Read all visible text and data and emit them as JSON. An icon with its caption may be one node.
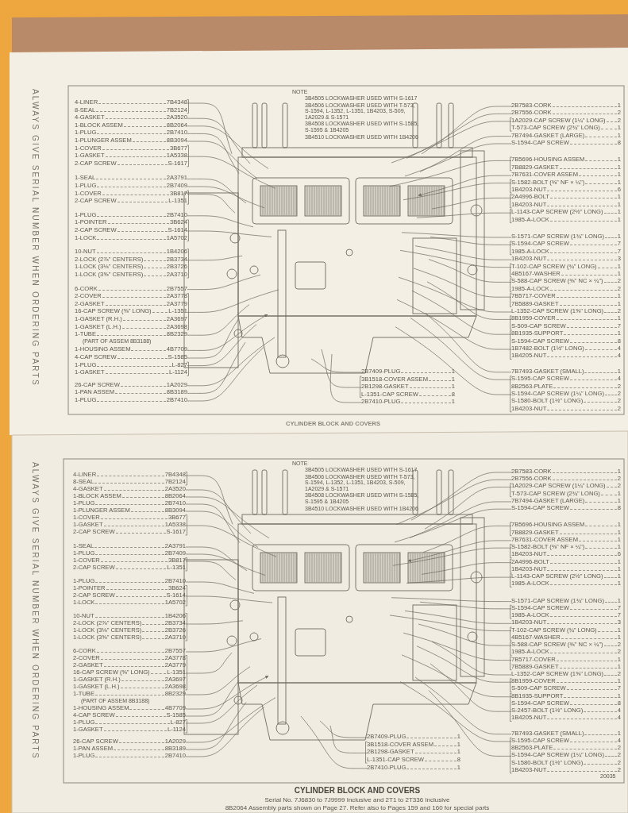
{
  "diagram": {
    "title": "CYLINDER BLOCK AND COVERS",
    "nodes": [
      {
        "text": [
          "4-LINER",
          "7B4348"
        ]
      },
      {
        "text": [
          "8-SEAL",
          "7B2124"
        ]
      },
      {
        "text": [
          "4-GASKET",
          "2A3520"
        ]
      },
      {
        "text": [
          "1-BLOCK ASSEM",
          "8B2064"
        ]
      },
      {
        "text": [
          "1-PLUG",
          "2B7410"
        ]
      },
      {
        "text": [
          "1-PLUNGER ASSEM",
          "8B3094"
        ]
      },
      {
        "text": [
          "1-COVER",
          "3B677"
        ]
      },
      {
        "text": [
          "1-GASKET",
          "1A5338"
        ]
      },
      {
        "text": [
          "2-CAP SCREW",
          "S-1617"
        ]
      },
      {
        "text": [
          "1-SEAL",
          "2A3791"
        ]
      },
      {
        "text": [
          "1-PLUG",
          "2B7409"
        ]
      },
      {
        "text": [
          "1-COVER",
          "3B817"
        ]
      },
      {
        "text": [
          "2-CAP SCREW",
          "L-1351"
        ]
      },
      {
        "text": [
          "1-PLUG",
          "2B7410"
        ]
      },
      {
        "text": [
          "1-POINTER",
          "3B624"
        ]
      },
      {
        "text": [
          "2-CAP SCREW",
          "S-1614"
        ]
      },
      {
        "text": [
          "1-LOCK",
          "1A5702"
        ]
      },
      {
        "text": [
          "10-NUT",
          "1B4206"
        ]
      },
      {
        "text": [
          "2-LOCK (2⅞\" CENTERS)",
          "2B3734"
        ]
      },
      {
        "text": [
          "1-LOCK (3⅛\" CENTERS)",
          "2B3726"
        ]
      },
      {
        "text": [
          "1-LOCK (3⅝\" CENTERS)",
          "2A3710"
        ]
      },
      {
        "text": [
          "6-CORK",
          "2B7557"
        ]
      },
      {
        "text": [
          "2-COVER",
          "2A3778"
        ]
      },
      {
        "text": [
          "2-GASKET",
          "2A3779"
        ]
      },
      {
        "text": [
          "16-CAP SCREW (⅝\" LONG)",
          "L-1351"
        ]
      },
      {
        "text": [
          "1-GASKET (R.H.)",
          "2A3697"
        ]
      },
      {
        "text": [
          "1-GASKET (L.H.)",
          "2A3698"
        ]
      },
      {
        "text": [
          "1-TUBE",
          "8B2329"
        ],
        "beside": [
          "(PART OF ASSEM 8B3188)"
        ]
      },
      {
        "text": [
          "1-HOUSING ASSEM",
          "4B7709"
        ]
      },
      {
        "text": [
          "4-CAP SCREW",
          "S-1585"
        ]
      },
      {
        "text": [
          "1-PLUG",
          "L-827"
        ]
      },
      {
        "text": [
          "1-GASKET",
          "L-1124"
        ]
      },
      {
        "text": [
          "26-CAP SCREW",
          "1A2029"
        ]
      },
      {
        "text": [
          "1-PAN ASSEM",
          "8B3189"
        ]
      },
      {
        "text": [
          "1-PLUG",
          "2B7410"
        ]
      },
      {
        "text": [
          "2B7583-CORK",
          "1"
        ]
      },
      {
        "text": [
          "2B7556-CORK",
          "2"
        ]
      },
      {
        "text": [
          "1A2029-CAP SCREW (1¼\" LONG)",
          "2"
        ]
      },
      {
        "text": [
          "T-573-CAP SCREW (2¾\" LONG)",
          "1"
        ]
      },
      {
        "text": [
          "7B7494-GASKET (LARGE)",
          "1"
        ]
      },
      {
        "text": [
          "S-1594-CAP SCREW",
          "8"
        ]
      },
      {
        "text": [
          "7B5696-HOUSING ASSEM",
          "1"
        ]
      },
      {
        "text": [
          "7B8829-GASKET",
          "1"
        ]
      },
      {
        "text": [
          "7B7631-COVER ASSEM",
          "1"
        ]
      },
      {
        "text": [
          "S-1582-BOLT (⅜\" NF × ¼\")",
          "1"
        ]
      },
      {
        "text": [
          "1B4203-NUT",
          "6"
        ]
      },
      {
        "text": [
          "2A4996-BOLT",
          "1"
        ]
      },
      {
        "text": [
          "1B4203-NUT",
          "1"
        ]
      },
      {
        "text": [
          "L-1143-CAP SCREW (2½\" LONG)",
          "1"
        ]
      },
      {
        "text": [
          "1985-A-LOCK",
          "1"
        ]
      },
      {
        "text": [
          "S-1571-CAP SCREW (1¾\" LONG)",
          "1"
        ]
      },
      {
        "text": [
          "S-1594-CAP SCREW",
          "7"
        ]
      },
      {
        "text": [
          "1985-A-LOCK",
          "7"
        ]
      },
      {
        "text": [
          "1B4203-NUT",
          "3"
        ]
      },
      {
        "text": [
          "T-102-CAP SCREW (¾\" LONG)",
          "1"
        ]
      },
      {
        "text": [
          "4B5167-WASHER",
          "1"
        ]
      },
      {
        "text": [
          "S-588-CAP SCREW (⅜\" NC × ¼\")",
          "2"
        ]
      },
      {
        "text": [
          "1985-A-LOCK",
          "2"
        ]
      },
      {
        "text": [
          "7B5717-COVER",
          "1"
        ]
      },
      {
        "text": [
          "7B5889-GASKET",
          "1"
        ]
      },
      {
        "text": [
          "L-1352-CAP SCREW (1⅝\" LONG)",
          "2"
        ]
      },
      {
        "text": [
          "8B1959-COVER",
          "1"
        ]
      },
      {
        "text": [
          "S-509-CAP SCREW",
          "7"
        ]
      },
      {
        "text": [
          "8B1935-SUPPORT",
          "1"
        ]
      },
      {
        "text": [
          "S-1594-CAP SCREW",
          "8"
        ]
      },
      {
        "text": [
          "1B7482-BOLT (1½\" LONG)",
          "4"
        ]
      },
      {
        "text": [
          "1B4205-NUT",
          "4"
        ]
      },
      {
        "text": [
          "7B7493-GASKET (SMALL)",
          "1"
        ]
      },
      {
        "text": [
          "S-1595-CAP SCREW",
          "4"
        ]
      },
      {
        "text": [
          "8B2563-PLATE",
          "2"
        ]
      },
      {
        "text": [
          "S-1594-CAP SCREW (1¼\" LONG)",
          "2"
        ]
      },
      {
        "text": [
          "S-1580-BOLT (1½\" LONG)",
          "2"
        ]
      },
      {
        "text": [
          "1B4203-NUT",
          "2"
        ]
      },
      {
        "text": [
          "2B7409-PLUG",
          "1"
        ]
      },
      {
        "text": [
          "3B1518-COVER ASSEM",
          "1"
        ]
      },
      {
        "text": [
          "2B1298-GASKET",
          "1"
        ]
      },
      {
        "text": [
          "L-1351-CAP SCREW",
          "8"
        ]
      },
      {
        "text": [
          "2B7410-PLUG",
          "1"
        ]
      },
      {
        "text": [
          "4-LINER",
          "7B4348"
        ]
      },
      {
        "text": [
          "8-SEAL",
          "7B2124"
        ]
      },
      {
        "text": [
          "4-GASKET",
          "2A3520"
        ]
      },
      {
        "text": [
          "1-BLOCK ASSEM",
          "8B2064"
        ]
      },
      {
        "text": [
          "1-PLUG",
          "2B7410"
        ]
      },
      {
        "text": [
          "1-PLUNGER ASSEM",
          "8B3094"
        ]
      },
      {
        "text": [
          "1-COVER",
          "3B677"
        ]
      },
      {
        "text": [
          "1-GASKET",
          "1A5338"
        ]
      },
      {
        "text": [
          "2-CAP SCREW",
          "S-1617"
        ]
      },
      {
        "text": [
          "1-SEAL",
          "2A3791"
        ]
      },
      {
        "text": [
          "1-PLUG",
          "2B7409"
        ]
      },
      {
        "text": [
          "1-COVER",
          "3B817"
        ]
      },
      {
        "text": [
          "2-CAP SCREW",
          "L-1351"
        ]
      },
      {
        "text": [
          "1-PLUG",
          "2B7410"
        ]
      },
      {
        "text": [
          "1-POINTER",
          "3B624"
        ]
      },
      {
        "text": [
          "2-CAP SCREW",
          "S-1614"
        ]
      },
      {
        "text": [
          "1-LOCK",
          "1A5702"
        ]
      },
      {
        "text": [
          "10-NUT",
          "1B4206"
        ]
      },
      {
        "text": [
          "2-LOCK (2⅞\" CENTERS)",
          "2B3734"
        ]
      },
      {
        "text": [
          "1-LOCK (3⅛\" CENTERS)",
          "2B3726"
        ]
      },
      {
        "text": [
          "1-LOCK (3⅝\" CENTERS)",
          "2A3710"
        ]
      },
      {
        "text": [
          "6-CORK",
          "2B7557"
        ]
      },
      {
        "text": [
          "2-COVER",
          "2A3778"
        ]
      },
      {
        "text": [
          "2-GASKET",
          "2A3779"
        ]
      },
      {
        "text": [
          "16-CAP SCREW (⅝\" LONG)",
          "L-1351"
        ]
      },
      {
        "text": [
          "1-GASKET (R.H.)",
          "2A3697"
        ]
      },
      {
        "text": [
          "1-GASKET (L.H.)",
          "2A3698"
        ]
      },
      {
        "text": [
          "1-TUBE",
          "8B2329"
        ],
        "beside": [
          "(PART OF ASSEM 8B3188)"
        ]
      },
      {
        "text": [
          "1-HOUSING ASSEM",
          "4B7709"
        ]
      },
      {
        "text": [
          "4-CAP SCREW",
          "S-1585"
        ]
      },
      {
        "text": [
          "1-PLUG",
          "L-827"
        ]
      },
      {
        "text": [
          "1-GASKET",
          "L-1124"
        ]
      },
      {
        "text": [
          "26-CAP SCREW",
          "1A2029"
        ]
      },
      {
        "text": [
          "1-PAN ASSEM",
          "8B3189"
        ]
      },
      {
        "text": [
          "1-PLUG",
          "2B7410"
        ]
      },
      {
        "text": [
          "2B7583-CORK",
          "1"
        ]
      },
      {
        "text": [
          "2B7556-CORK",
          "2"
        ]
      },
      {
        "text": [
          "1A2029-CAP SCREW (1¼\" LONG)",
          "2"
        ]
      },
      {
        "text": [
          "T-573-CAP SCREW (2¾\" LONG)",
          "1"
        ]
      },
      {
        "text": [
          "7B7494-GASKET (LARGE)",
          "1"
        ]
      },
      {
        "text": [
          "S-1594-CAP SCREW",
          "8"
        ]
      },
      {
        "text": [
          "7B5696-HOUSING ASSEM",
          "1"
        ]
      },
      {
        "text": [
          "7B8829-GASKET",
          "1"
        ]
      },
      {
        "text": [
          "7B7631-COVER ASSEM",
          "1"
        ]
      },
      {
        "text": [
          "S-1582-BOLT (⅜\" NF × ¼\")",
          "1"
        ]
      },
      {
        "text": [
          "1B4203-NUT",
          "6"
        ]
      },
      {
        "text": [
          "2A4996-BOLT",
          "1"
        ]
      },
      {
        "text": [
          "1B4203-NUT",
          "1"
        ]
      },
      {
        "text": [
          "L-1143-CAP SCREW (2½\" LONG)",
          "1"
        ]
      },
      {
        "text": [
          "1985-A-LOCK",
          "1"
        ]
      },
      {
        "text": [
          "S-1571-CAP SCREW (1¾\" LONG)",
          "1"
        ]
      },
      {
        "text": [
          "S-1594-CAP SCREW",
          "7"
        ]
      },
      {
        "text": [
          "1985-A-LOCK",
          "7"
        ]
      },
      {
        "text": [
          "1B4203-NUT",
          "3"
        ]
      },
      {
        "text": [
          "T-102-CAP SCREW (¾\" LONG)",
          "1"
        ]
      },
      {
        "text": [
          "4B5167-WASHER",
          "1"
        ]
      },
      {
        "text": [
          "S-588-CAP SCREW (⅜\" NC × ¼\")",
          "2"
        ]
      },
      {
        "text": [
          "1985-A-LOCK",
          "2"
        ]
      },
      {
        "text": [
          "7B5717-COVER",
          "1"
        ]
      },
      {
        "text": [
          "7B5889-GASKET",
          "1"
        ]
      },
      {
        "text": [
          "L-1352-CAP SCREW (1⅝\" LONG)",
          "2"
        ]
      },
      {
        "text": [
          "8B1959-COVER",
          "1"
        ]
      },
      {
        "text": [
          "S-509-CAP SCREW",
          "7"
        ]
      },
      {
        "text": [
          "8B1935-SUPPORT",
          "1"
        ]
      },
      {
        "text": [
          "S-1594-CAP SCREW",
          "8"
        ]
      },
      {
        "text": [
          "S-2457-BOLT (1½\" LONG)",
          "4"
        ]
      },
      {
        "text": [
          "1B4205-NUT",
          "4"
        ]
      },
      {
        "text": [
          "7B7493-GASKET (SMALL)",
          "1"
        ]
      },
      {
        "text": [
          "S-1595-CAP SCREW",
          "4"
        ]
      },
      {
        "text": [
          "8B2563-PLATE",
          "2"
        ]
      },
      {
        "text": [
          "S-1594-CAP SCREW (1¼\" LONG)",
          "2"
        ]
      },
      {
        "text": [
          "S-1580-BOLT (1½\" LONG)",
          "2"
        ]
      },
      {
        "text": [
          "1B4203-NUT",
          "2"
        ]
      },
      {
        "text": [
          "2B7409-PLUG",
          "1"
        ]
      },
      {
        "text": [
          "3B1518-COVER ASSEM",
          "1"
        ]
      },
      {
        "text": [
          "2B1298-GASKET",
          "1"
        ]
      },
      {
        "text": [
          "L-1351-CAP SCREW",
          "8"
        ]
      },
      {
        "text": [
          "2B7410-PLUG",
          "1"
        ]
      }
    ],
    "edges": [
      {
        "from": 0,
        "to": null,
        "arrow": "none"
      },
      {
        "from": 2,
        "to": null,
        "arrow": "none"
      },
      {
        "from": 3,
        "to": null,
        "arrow": "none"
      },
      {
        "from": 4,
        "to": null,
        "arrow": "none"
      },
      {
        "from": 5,
        "to": null,
        "arrow": "none"
      },
      {
        "from": 7,
        "to": null,
        "arrow": "none"
      },
      {
        "from": 9,
        "to": null,
        "arrow": "none"
      },
      {
        "from": 10,
        "to": null,
        "arrow": "none"
      },
      {
        "from": 11,
        "to": null,
        "arrow": "none"
      },
      {
        "from": 13,
        "to": null,
        "arrow": "none"
      },
      {
        "from": 15,
        "to": null,
        "arrow": "none"
      },
      {
        "from": 18,
        "to": null,
        "arrow": "none"
      },
      {
        "from": 21,
        "to": null,
        "arrow": "none"
      },
      {
        "from": 24,
        "to": null,
        "arrow": "none"
      },
      {
        "from": 27,
        "to": null,
        "arrow": "none"
      },
      {
        "from": 28,
        "to": null,
        "arrow": "to"
      },
      {
        "from": 29,
        "to": null,
        "arrow": "none"
      },
      {
        "from": 30,
        "to": null,
        "arrow": "none"
      },
      {
        "from": 32,
        "to": null,
        "arrow": "none"
      },
      {
        "from": 33,
        "to": null,
        "arrow": "none"
      },
      {
        "from": 34,
        "to": null,
        "arrow": "none"
      },
      {
        "from": 35,
        "to": null,
        "arrow": "none"
      },
      {
        "from": 36,
        "to": null,
        "arrow": "none"
      },
      {
        "from": 37,
        "to": null,
        "arrow": "none"
      },
      {
        "from": 39,
        "to": null,
        "arrow": "none"
      },
      {
        "from": 40,
        "to": null,
        "arrow": "none"
      },
      {
        "from": 41,
        "to": null,
        "arrow": "none"
      },
      {
        "from": 43,
        "to": null,
        "arrow": "to"
      },
      {
        "from": 44,
        "to": null,
        "arrow": "none"
      },
      {
        "from": 46,
        "to": null,
        "arrow": "none"
      },
      {
        "from": 48,
        "to": null,
        "arrow": "none"
      },
      {
        "from": 50,
        "to": null,
        "arrow": "none"
      },
      {
        "from": 51,
        "to": null,
        "arrow": "none"
      },
      {
        "from": 53,
        "to": null,
        "arrow": "none"
      },
      {
        "from": 54,
        "to": null,
        "arrow": "none"
      },
      {
        "from": 56,
        "to": null,
        "arrow": "none"
      },
      {
        "from": 58,
        "to": null,
        "arrow": "none"
      },
      {
        "from": 60,
        "to": null,
        "arrow": "none"
      },
      {
        "from": 61,
        "to": null,
        "arrow": "none"
      },
      {
        "from": 63,
        "to": null,
        "arrow": "none"
      },
      {
        "from": 65,
        "to": null,
        "arrow": "none"
      },
      {
        "from": 67,
        "to": null,
        "arrow": "none"
      },
      {
        "from": 68,
        "to": null,
        "arrow": "none"
      },
      {
        "from": 70,
        "to": null,
        "arrow": "none"
      },
      {
        "from": 73,
        "to": null,
        "arrow": "none"
      },
      {
        "from": 75,
        "to": null,
        "arrow": "none"
      },
      {
        "from": 77,
        "to": null,
        "arrow": "none"
      },
      {
        "from": 78,
        "to": null,
        "arrow": "none"
      },
      {
        "from": 80,
        "to": null,
        "arrow": "none"
      },
      {
        "from": 81,
        "to": null,
        "arrow": "none"
      },
      {
        "from": 82,
        "to": null,
        "arrow": "none"
      },
      {
        "from": 83,
        "to": null,
        "arrow": "none"
      },
      {
        "from": 85,
        "to": null,
        "arrow": "none"
      },
      {
        "from": 87,
        "to": null,
        "arrow": "none"
      },
      {
        "from": 88,
        "to": null,
        "arrow": "none"
      },
      {
        "from": 89,
        "to": null,
        "arrow": "none"
      },
      {
        "from": 91,
        "to": null,
        "arrow": "none"
      },
      {
        "from": 93,
        "to": null,
        "arrow": "none"
      },
      {
        "from": 96,
        "to": null,
        "arrow": "none"
      },
      {
        "from": 99,
        "to": null,
        "arrow": "none"
      },
      {
        "from": 102,
        "to": null,
        "arrow": "none"
      },
      {
        "from": 105,
        "to": null,
        "arrow": "none"
      },
      {
        "from": 106,
        "to": null,
        "arrow": "to"
      },
      {
        "from": 107,
        "to": null,
        "arrow": "none"
      },
      {
        "from": 108,
        "to": null,
        "arrow": "none"
      },
      {
        "from": 110,
        "to": null,
        "arrow": "none"
      },
      {
        "from": 111,
        "to": null,
        "arrow": "none"
      },
      {
        "from": 112,
        "to": null,
        "arrow": "none"
      },
      {
        "from": 113,
        "to": null,
        "arrow": "none"
      },
      {
        "from": 114,
        "to": null,
        "arrow": "none"
      },
      {
        "from": 115,
        "to": null,
        "arrow": "none"
      },
      {
        "from": 117,
        "to": null,
        "arrow": "none"
      },
      {
        "from": 118,
        "to": null,
        "arrow": "none"
      },
      {
        "from": 119,
        "to": null,
        "arrow": "none"
      },
      {
        "from": 121,
        "to": null,
        "arrow": "to"
      },
      {
        "from": 122,
        "to": null,
        "arrow": "none"
      },
      {
        "from": 124,
        "to": null,
        "arrow": "none"
      },
      {
        "from": 126,
        "to": null,
        "arrow": "none"
      },
      {
        "from": 128,
        "to": null,
        "arrow": "none"
      },
      {
        "from": 129,
        "to": null,
        "arrow": "none"
      },
      {
        "from": 131,
        "to": null,
        "arrow": "none"
      },
      {
        "from": 132,
        "to": null,
        "arrow": "none"
      },
      {
        "from": 134,
        "to": null,
        "arrow": "none"
      },
      {
        "from": 136,
        "to": null,
        "arrow": "none"
      },
      {
        "from": 138,
        "to": null,
        "arrow": "none"
      },
      {
        "from": 139,
        "to": null,
        "arrow": "none"
      },
      {
        "from": 141,
        "to": null,
        "arrow": "none"
      },
      {
        "from": 143,
        "to": null,
        "arrow": "none"
      },
      {
        "from": 145,
        "to": null,
        "arrow": "none"
      },
      {
        "from": 146,
        "to": null,
        "arrow": "none"
      },
      {
        "from": 148,
        "to": null,
        "arrow": "none"
      },
      {
        "from": 151,
        "to": null,
        "arrow": "none"
      },
      {
        "from": 153,
        "to": null,
        "arrow": "none"
      },
      {
        "from": 155,
        "to": null,
        "arrow": "none"
      }
    ],
    "labels": [
      "ALWAYS GIVE SERIAL NUMBER WHEN ORDERING PARTS",
      "NOTE",
      "3B4505 LOCKWASHER USED WITH S-1617",
      "3B4506 LOCKWASHER USED WITH T-573, S-1594, L-1352, L-1351, 1B4203, S-509, 1A2029 & S-1571",
      "3B4508 LOCKWASHER USED WITH S-1585, S-1595 & 1B4205",
      "3B4510 LOCKWASHER USED WITH 1B4206",
      "CYLINDER BLOCK AND COVERS",
      "ALWAYS GIVE SERIAL NUMBER WHEN ORDERING PARTS",
      "NOTE",
      "3B4505 LOCKWASHER USED WITH S-1617",
      "3B4506 LOCKWASHER USED WITH T-573, S-1594, L-1352, L-1351, 1B4203, S-509, 1A2029 & S-1571",
      "3B4508 LOCKWASHER USED WITH S-1585, S-1595 & 1B4205",
      "3B4510 LOCKWASHER USED WITH 1B4206",
      "20035",
      "Serial No. 7J6830 to 7J9999 Inclusive and 2T1 to 2T336 Inclusive",
      "8B2064 Assembly parts shown on Page 27. Refer also to Pages 159 and 160 for special parts"
    ]
  }
}
